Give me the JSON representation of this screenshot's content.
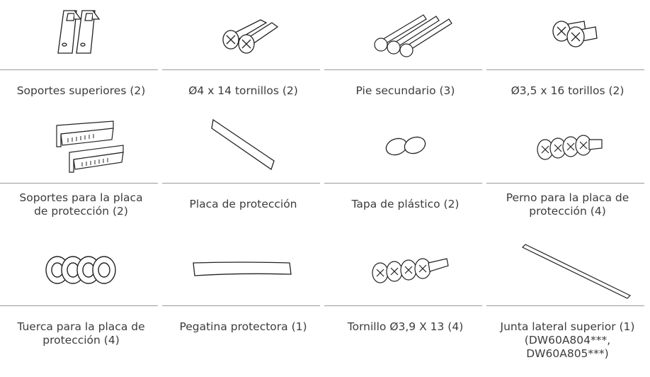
{
  "items": [
    {
      "name": "top-brackets",
      "icon": "top-brackets-icon",
      "lines": [
        "Soportes superiores (2)"
      ]
    },
    {
      "name": "screws-4x14",
      "icon": "screw-pair-icon",
      "lines": [
        "Ø4 x 14 tornillos (2)"
      ]
    },
    {
      "name": "secondary-foot",
      "icon": "long-bolts-icon",
      "lines": [
        "Pie secundario (3)"
      ]
    },
    {
      "name": "screws-3-5x16",
      "icon": "short-screw-pair-icon",
      "lines": [
        "Ø3,5 x 16 torillos (2)"
      ]
    },
    {
      "name": "protection-plate-brackets",
      "icon": "rail-brackets-icon",
      "lines": [
        "Soportes para la placa",
        "de protección (2)"
      ]
    },
    {
      "name": "protection-plate",
      "icon": "flat-plate-icon",
      "lines": [
        "Placa de protección"
      ]
    },
    {
      "name": "plastic-cap",
      "icon": "plastic-caps-icon",
      "lines": [
        "Tapa de plástico (2)"
      ]
    },
    {
      "name": "protection-plate-bolt",
      "icon": "bolt-set-icon",
      "lines": [
        "Perno para la placa de",
        "protección (4)"
      ]
    },
    {
      "name": "protection-plate-nut",
      "icon": "flange-nuts-icon",
      "lines": [
        "Tuerca para la placa de",
        "protección (4)"
      ]
    },
    {
      "name": "protective-sticker",
      "icon": "sticker-strip-icon",
      "lines": [
        "Pegatina protectora (1)"
      ]
    },
    {
      "name": "screw-3-9x13",
      "icon": "screw-set-icon",
      "lines": [
        "Tornillo Ø3,9 X 13 (4)"
      ]
    },
    {
      "name": "upper-side-gasket",
      "icon": "gasket-rod-icon",
      "lines": [
        "Junta lateral superior (1)",
        "(DW60A804***,",
        "DW60A805***)"
      ]
    }
  ]
}
